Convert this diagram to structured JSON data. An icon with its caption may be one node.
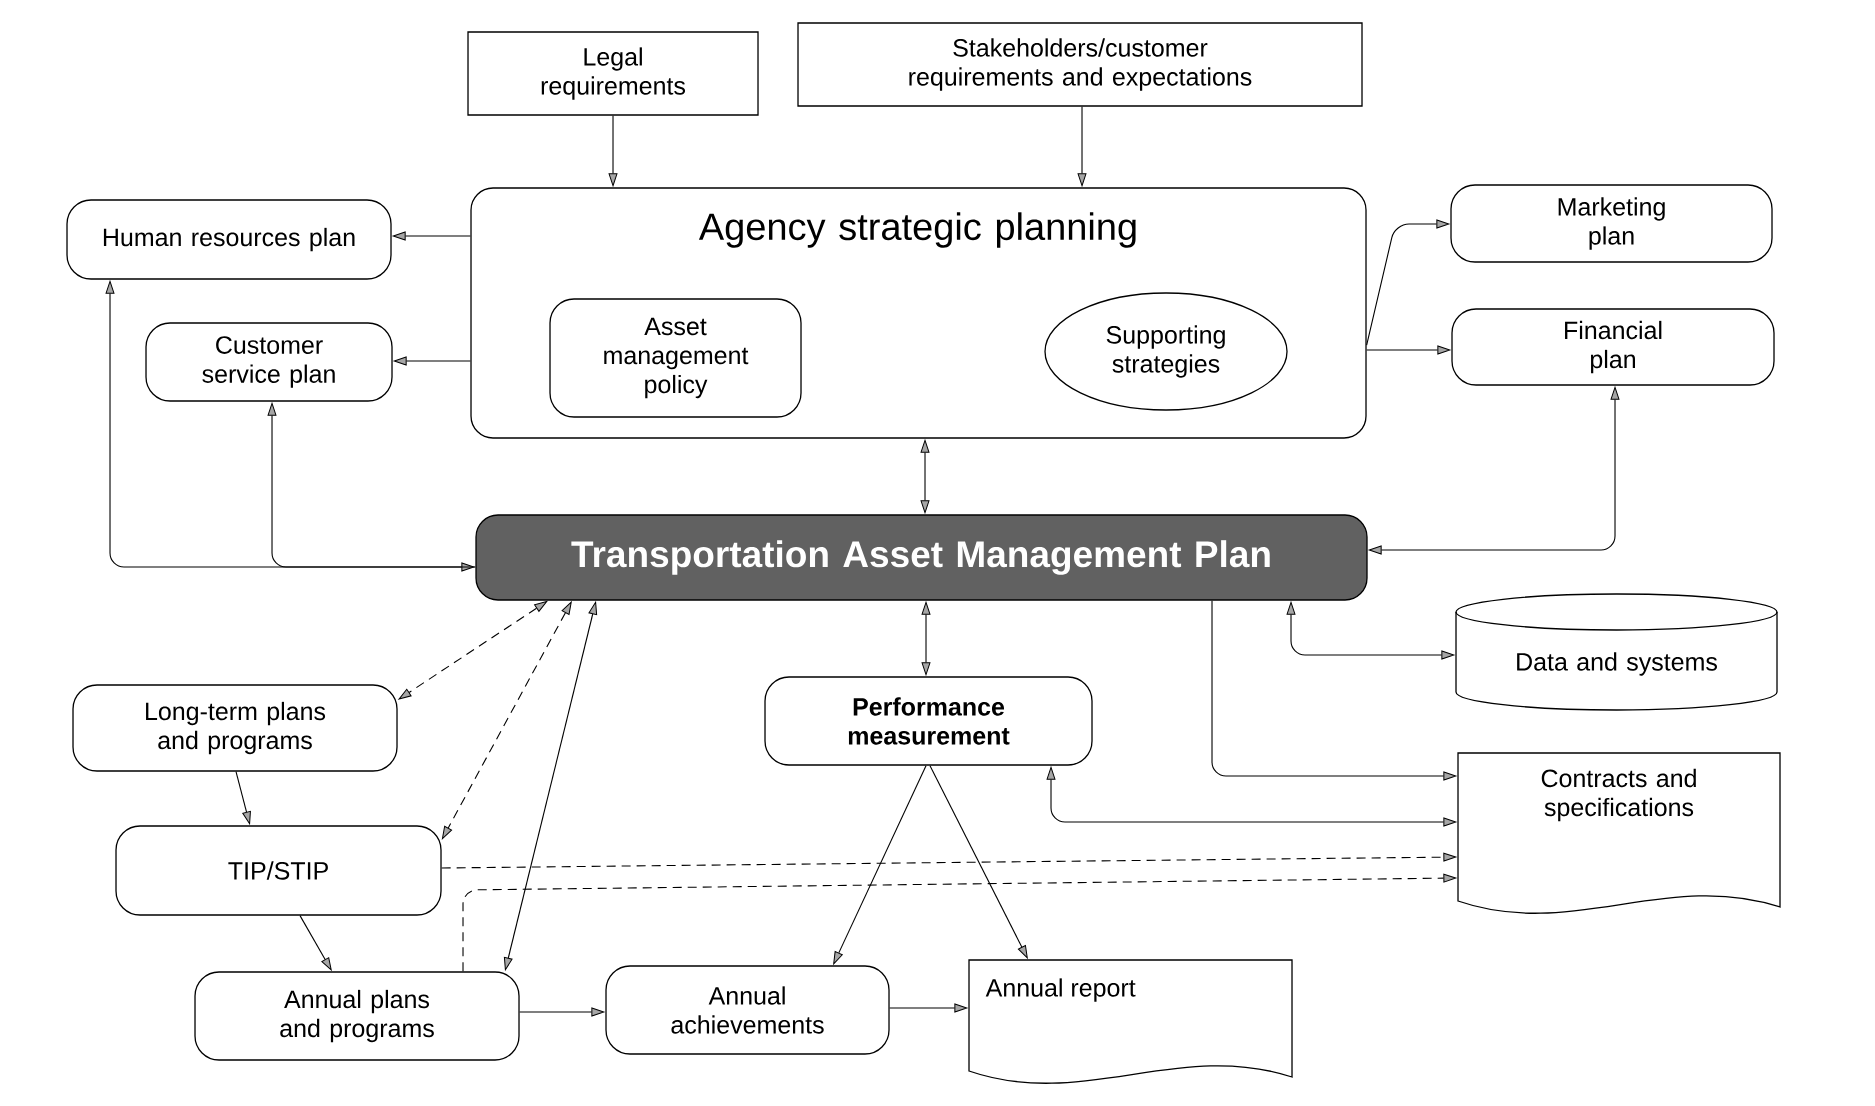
{
  "diagram": {
    "nodes": [
      {
        "text": [
          "Legal requirements"
        ]
      },
      {
        "text": [
          "Stakeholders/customer requirements and expectations"
        ]
      },
      {
        "text": [
          "Agency strategic planning"
        ]
      },
      {
        "text": [
          "Asset management policy"
        ],
        "in": 2
      },
      {
        "text": [
          "Supporting strategies"
        ],
        "in": 2
      },
      {
        "text": [
          "Human resources plan"
        ]
      },
      {
        "text": [
          "Customer service plan"
        ]
      },
      {
        "text": [
          "Marketing plan"
        ]
      },
      {
        "text": [
          "Financial plan"
        ]
      },
      {
        "text": [
          "Transportation Asset Management Plan"
        ]
      },
      {
        "text": [
          "Data and systems"
        ]
      },
      {
        "text": [
          "Long-term plans and programs"
        ]
      },
      {
        "text": [
          "Performance measurement"
        ]
      },
      {
        "text": [
          "Contracts and specifications"
        ]
      },
      {
        "text": [
          "TIP/STIP"
        ]
      },
      {
        "text": [
          "Annual plans and programs"
        ]
      },
      {
        "text": [
          "Annual achievements"
        ]
      },
      {
        "text": [
          "Annual report"
        ]
      }
    ],
    "edges": [
      {
        "from": 0,
        "to": 2,
        "arrow": "to"
      },
      {
        "from": 1,
        "to": 2,
        "arrow": "to"
      },
      {
        "from": 2,
        "to": 5,
        "arrow": "to"
      },
      {
        "from": 2,
        "to": 6,
        "arrow": "to"
      },
      {
        "from": 2,
        "to": 7,
        "arrow": "to"
      },
      {
        "from": 2,
        "to": 8,
        "arrow": "to"
      },
      {
        "from": 2,
        "to": 9,
        "arrow": "both"
      },
      {
        "from": 9,
        "to": 5,
        "arrow": "both"
      },
      {
        "from": 9,
        "to": 6,
        "arrow": "to"
      },
      {
        "from": 9,
        "to": 8,
        "arrow": "both"
      },
      {
        "from": 9,
        "to": 10,
        "arrow": "both"
      },
      {
        "from": 9,
        "to": 13,
        "arrow": "to"
      },
      {
        "from": 12,
        "to": 13,
        "arrow": "both"
      },
      {
        "from": 14,
        "to": 13,
        "arrow": "to",
        "style": "dashed"
      },
      {
        "from": 15,
        "to": 13,
        "arrow": "to",
        "style": "dashed"
      },
      {
        "from": 9,
        "to": 11,
        "arrow": "both",
        "style": "dashed"
      },
      {
        "from": 9,
        "to": 14,
        "arrow": "both",
        "style": "dashed"
      },
      {
        "from": 9,
        "to": 15,
        "arrow": "both"
      },
      {
        "from": 9,
        "to": 12,
        "arrow": "both"
      },
      {
        "from": 11,
        "to": 14,
        "arrow": "to"
      },
      {
        "from": 14,
        "to": 15,
        "arrow": "to"
      },
      {
        "from": 15,
        "to": 16,
        "arrow": "to"
      },
      {
        "from": 16,
        "to": 17,
        "arrow": "to"
      },
      {
        "from": 12,
        "to": 16,
        "arrow": "to"
      },
      {
        "from": 12,
        "to": 17,
        "arrow": "to"
      }
    ]
  }
}
